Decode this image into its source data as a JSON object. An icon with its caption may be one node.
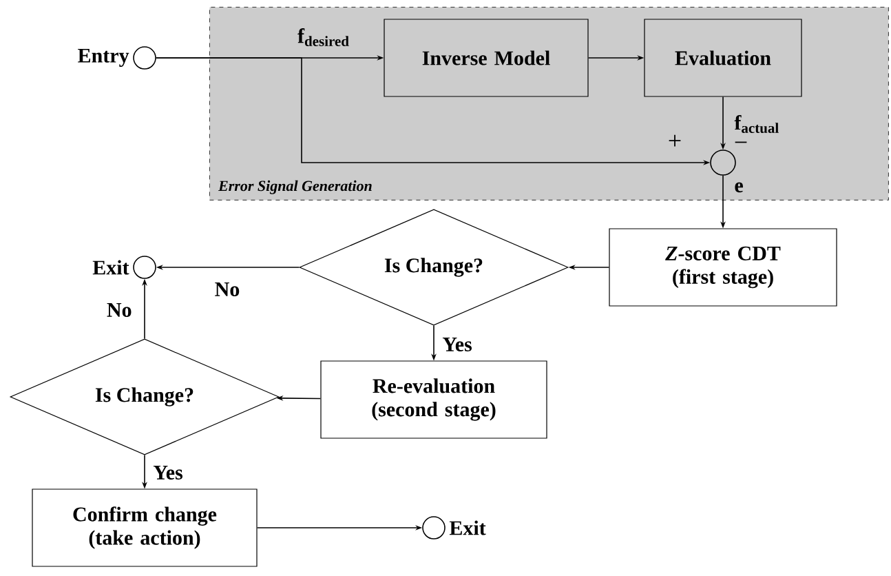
{
  "diagram": {
    "nodes": [
      {
        "text": [
          "Error Signal Generation"
        ]
      },
      {
        "text": [],
        "shape": "circle",
        "beside": [
          "Entry"
        ]
      },
      {
        "text": [
          "Inverse Model"
        ],
        "in": 0
      },
      {
        "text": [
          "Evaluation"
        ],
        "in": 0
      },
      {
        "text": [],
        "shape": "circle",
        "in": 0,
        "beside": [
          "+",
          "−"
        ]
      },
      {
        "text": [
          "*Z*-score CDT (first stage)"
        ]
      },
      {
        "text": [
          "Is Change?"
        ]
      },
      {
        "text": [],
        "shape": "circle",
        "beside": [
          "Exit"
        ]
      },
      {
        "text": [
          "Re-evaluation (second stage)"
        ]
      },
      {
        "text": [
          "Is Change?"
        ]
      },
      {
        "text": [
          "Confirm change (take action)"
        ]
      },
      {
        "text": [],
        "shape": "circle",
        "beside": [
          "Exit"
        ]
      }
    ],
    "edges": [
      {
        "from": 1,
        "to": 2,
        "arrow": "to",
        "label": "f$_{desired}$"
      },
      {
        "from": 1,
        "to": 4,
        "arrow": "to"
      },
      {
        "from": 2,
        "to": 3,
        "arrow": "to"
      },
      {
        "from": 3,
        "to": 4,
        "arrow": "to",
        "label": "f$_{actual}$"
      },
      {
        "from": 4,
        "to": 5,
        "arrow": "to",
        "label": "e"
      },
      {
        "from": 5,
        "to": 6,
        "arrow": "to"
      },
      {
        "from": 6,
        "to": 7,
        "arrow": "to",
        "label": "No"
      },
      {
        "from": 6,
        "to": 8,
        "arrow": "to",
        "label": "Yes"
      },
      {
        "from": 8,
        "to": 9,
        "arrow": "to"
      },
      {
        "from": 9,
        "to": 7,
        "arrow": "to",
        "label": "No"
      },
      {
        "from": 9,
        "to": 10,
        "arrow": "to",
        "label": "Yes"
      },
      {
        "from": 10,
        "to": 11,
        "arrow": "to"
      }
    ]
  }
}
